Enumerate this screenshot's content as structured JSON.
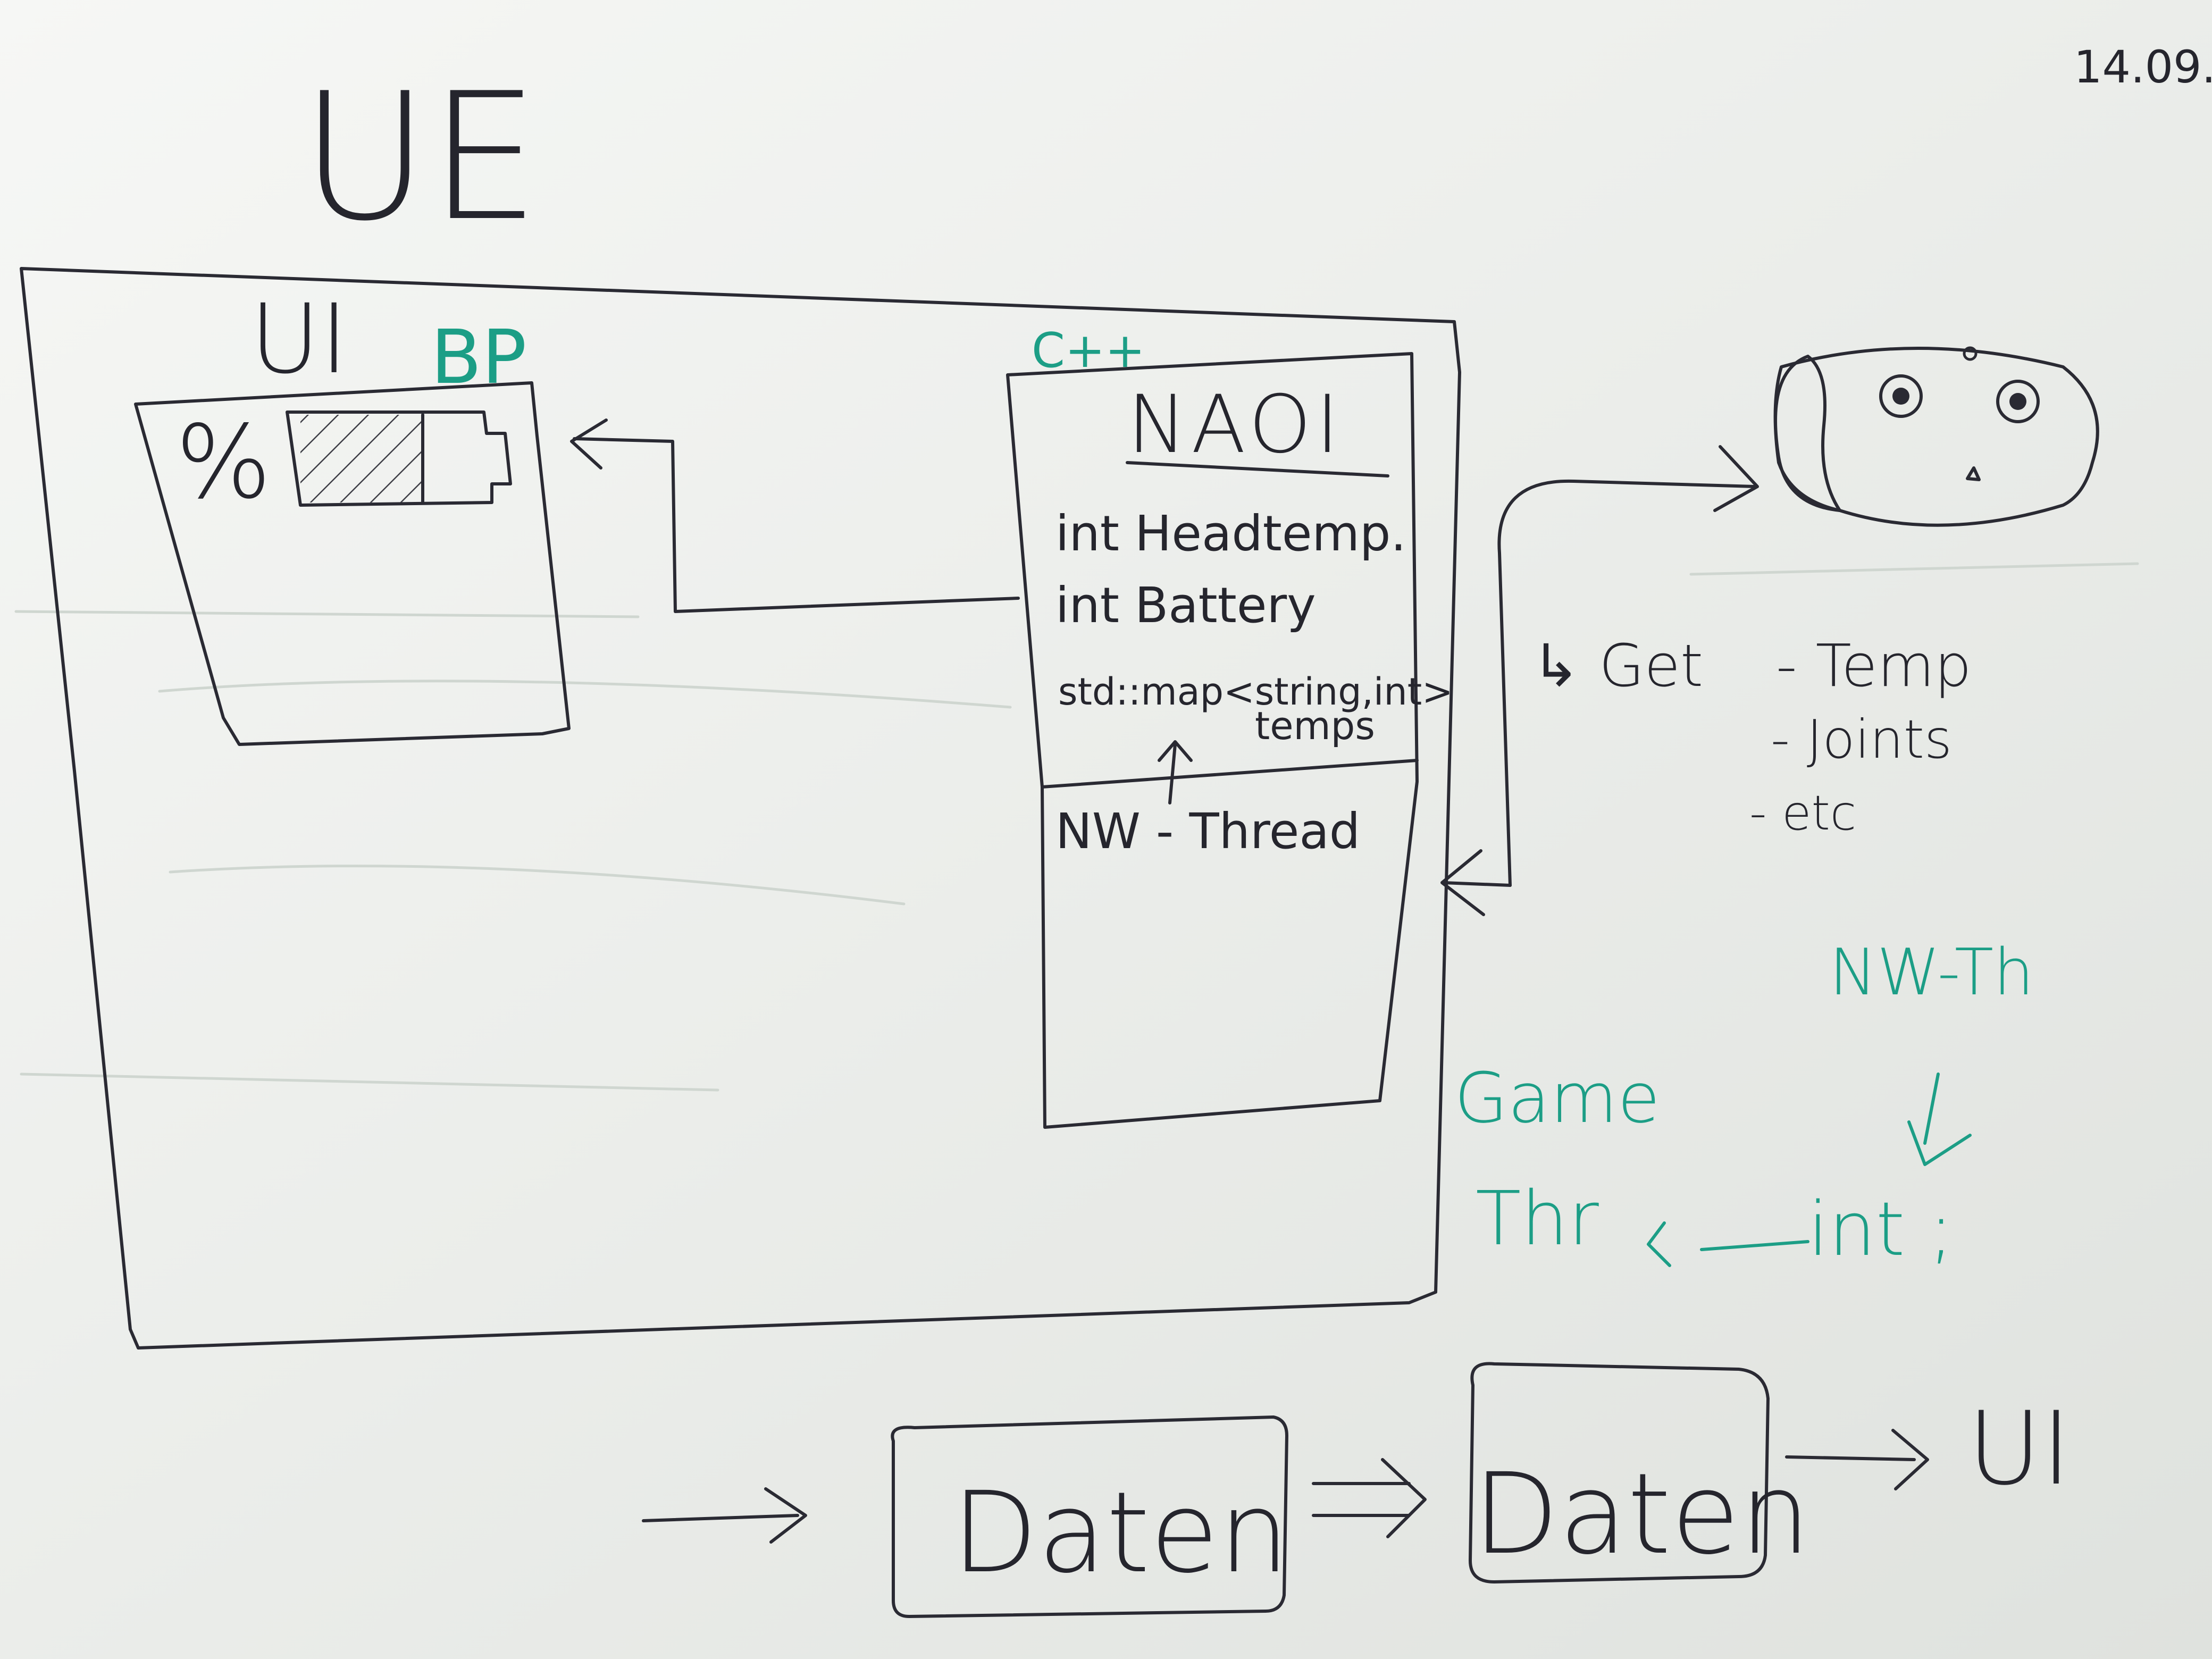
{
  "board": {
    "date": "14.09.",
    "title": "UE",
    "ui_label": "UI",
    "bp_label": "BP",
    "percent_label": "%"
  },
  "naoi": {
    "cpp_label": "C++",
    "title": "NAOI",
    "fields": [
      "int Headtemp.",
      "int Battery",
      "std::map<string,int>",
      "temps"
    ],
    "thread_label": "NW - Thread"
  },
  "robot": {
    "get_label": "↳ Get",
    "items": [
      "- Temp",
      "- Joints",
      "- etc"
    ]
  },
  "threads": {
    "nw_label": "NW-Th",
    "game_label": "Game",
    "thr_label": "Thr",
    "int_label": "int ;"
  },
  "flow": {
    "box1": "Daten",
    "box2": "Daten",
    "end_label": "UI"
  },
  "colors": {
    "board": "#e9ebe8",
    "ink": "#2a2a33",
    "teal_marker": "#1c9e86"
  }
}
